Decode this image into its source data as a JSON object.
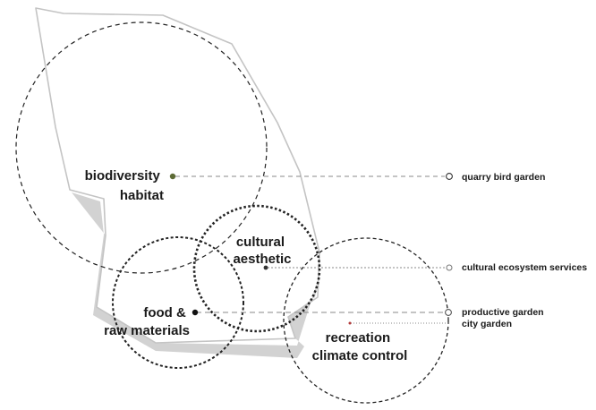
{
  "zones": [
    {
      "id": "biodiversity",
      "lines": [
        "biodiversity",
        "habitat"
      ]
    },
    {
      "id": "cultural",
      "lines": [
        "cultural",
        "aesthetic"
      ]
    },
    {
      "id": "food",
      "lines": [
        "food &",
        "raw materials"
      ]
    },
    {
      "id": "recreation",
      "lines": [
        "recreation",
        "climate control"
      ]
    }
  ],
  "legend": {
    "quarry_bird_garden": "quarry bird garden",
    "cultural_ecosystem_services": "cultural ecosystem services",
    "productive_garden": "productive garden",
    "city_garden": "city garden"
  },
  "colors": {
    "outline": "#c4c4c4",
    "shadow": "#d2d2d2",
    "circle_stroke": "#222222",
    "leader": "#8a8a8a",
    "biodiversity_dot": "#5d6b35",
    "recreation_dot": "#b33a3a",
    "text": "#1a1a1a"
  }
}
